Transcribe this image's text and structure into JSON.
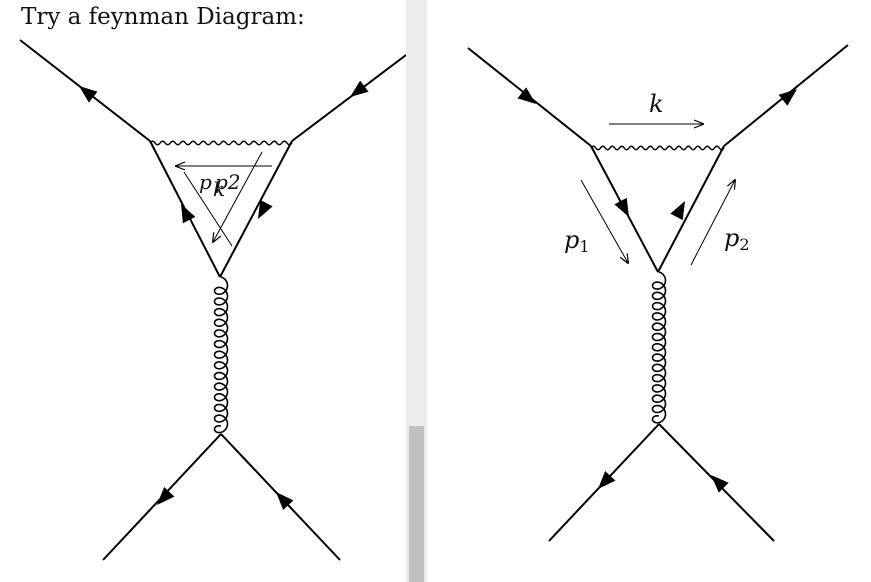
{
  "left": {
    "heading": "Try a feynman Diagram:",
    "labels": {
      "p1": "p",
      "p2": "p2",
      "k": "k"
    }
  },
  "right": {
    "labels": {
      "k": "k",
      "p1_main": "p",
      "p1_sub": "1",
      "p2_main": "p",
      "p2_sub": "2"
    }
  },
  "colors": {
    "ink": "#000000",
    "scroll_track": "#ececec",
    "scroll_thumb": "#c1c1c1"
  }
}
